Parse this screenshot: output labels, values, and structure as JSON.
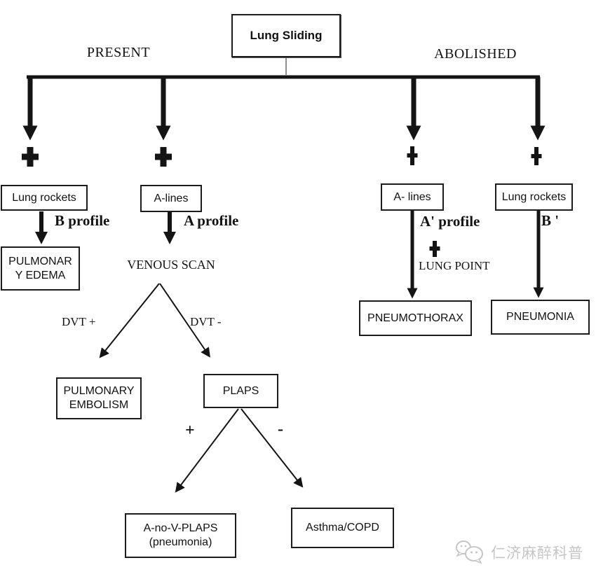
{
  "root_box": {
    "label": "Lung Sliding"
  },
  "branch_labels": {
    "present": "PRESENT",
    "abolished": "ABOLISHED"
  },
  "symbols": {
    "plus": "+",
    "minus": "-"
  },
  "finding_boxes": {
    "lung_rockets_left": "Lung rockets",
    "a_lines_left": "A-lines",
    "a_lines_right": "A- lines",
    "lung_rockets_right": "Lung rockets"
  },
  "profile_labels": {
    "b_profile": "B profile",
    "a_profile": "A profile",
    "a_prime_profile": "A' profile",
    "b_prime": "B '"
  },
  "step_labels": {
    "venous_scan": "VENOUS SCAN",
    "dvt_positive": "DVT +",
    "dvt_negative": "DVT -",
    "lung_point": "LUNG POINT",
    "plaps_positive": "+",
    "plaps_negative": "-"
  },
  "diagnosis_boxes": {
    "pulmonary_edema": {
      "line1": "PULMONAR",
      "line2": "Y EDEMA"
    },
    "pulmonary_embolism": {
      "line1": "PULMONARY",
      "line2": "EMBOLISM"
    },
    "plaps": "PLAPS",
    "a_no_v_plaps": {
      "line1": "A-no-V-PLAPS",
      "line2": "(pneumonia)"
    },
    "asthma_copd": "Asthma/COPD",
    "pneumothorax": "PNEUMOTHORAX",
    "pneumonia": "PNEUMONIA"
  },
  "watermark": {
    "text": "仁济麻醉科普",
    "icon": "wechat-bubbles-icon",
    "color": "#c6c6c6"
  },
  "colors": {
    "line": "#141414",
    "connector_gray": "#8f8f8f",
    "background": "#ffffff"
  }
}
